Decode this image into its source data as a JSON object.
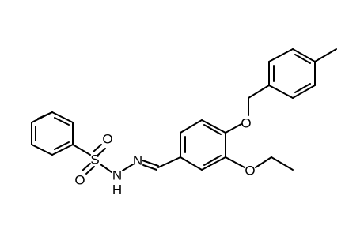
{
  "molecule": {
    "atoms": {
      "s1": "S",
      "o1": "O",
      "o2": "O",
      "n1": "N",
      "n2": "N",
      "h1": "H",
      "o3": "O",
      "o4": "O"
    }
  }
}
